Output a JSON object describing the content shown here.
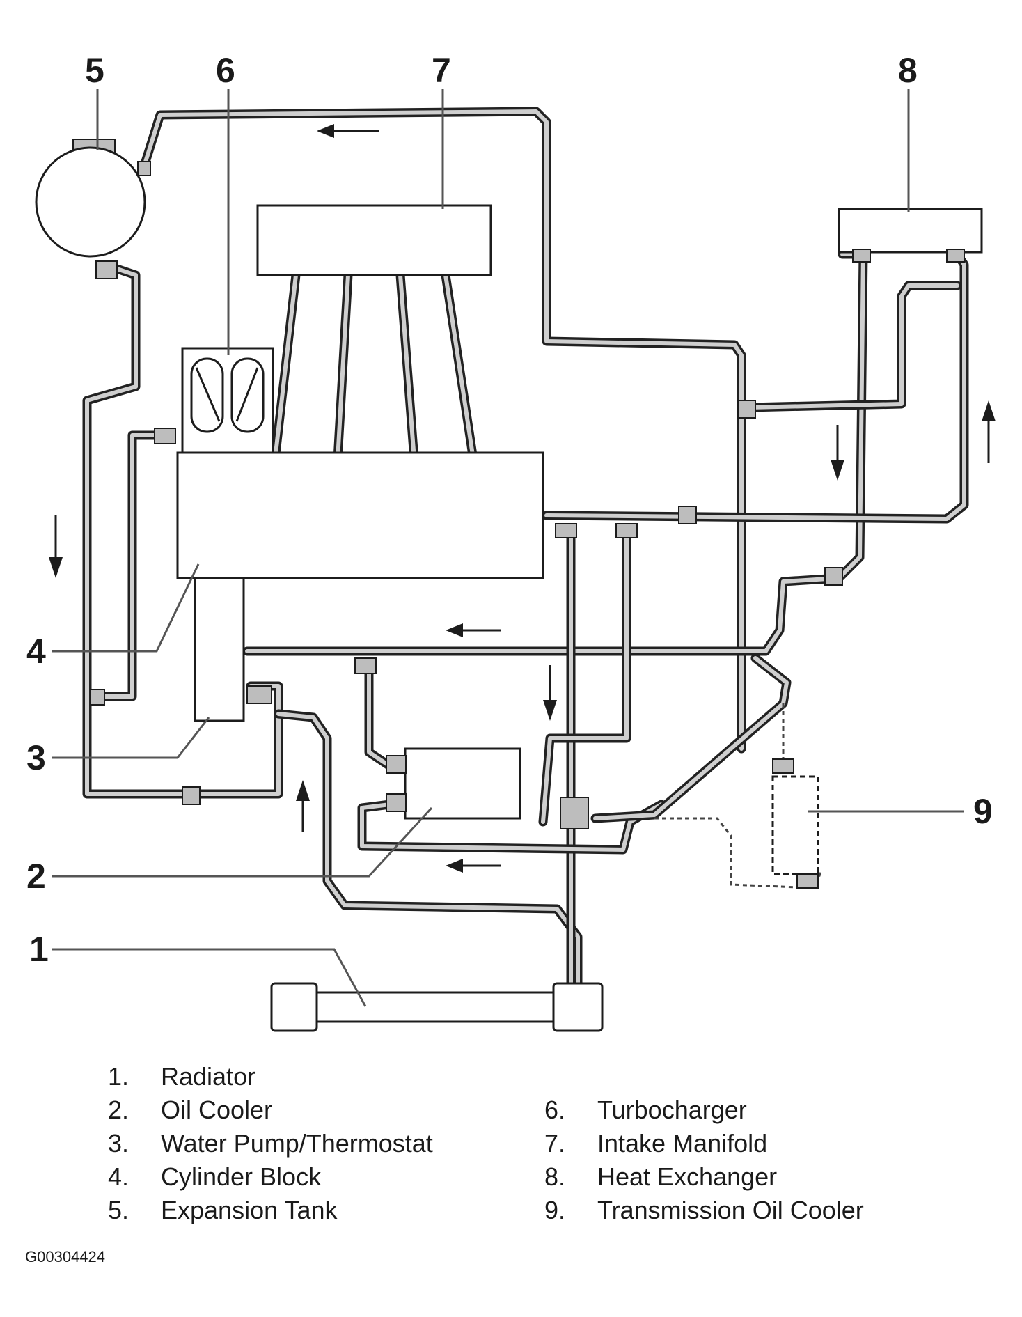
{
  "callouts": [
    "1",
    "2",
    "3",
    "4",
    "5",
    "6",
    "7",
    "8",
    "9"
  ],
  "legend_left": [
    {
      "num": "1.",
      "label": "Radiator"
    },
    {
      "num": "2.",
      "label": "Oil Cooler"
    },
    {
      "num": "3.",
      "label": "Water Pump/Thermostat"
    },
    {
      "num": "4.",
      "label": "Cylinder Block"
    },
    {
      "num": "5.",
      "label": "Expansion Tank"
    }
  ],
  "legend_right": [
    {
      "num": "6.",
      "label": "Turbocharger"
    },
    {
      "num": "7.",
      "label": "Intake Manifold"
    },
    {
      "num": "8.",
      "label": "Heat Exchanger"
    },
    {
      "num": "9.",
      "label": "Transmission Oil Cooler"
    }
  ],
  "figure_id": "G00304424"
}
